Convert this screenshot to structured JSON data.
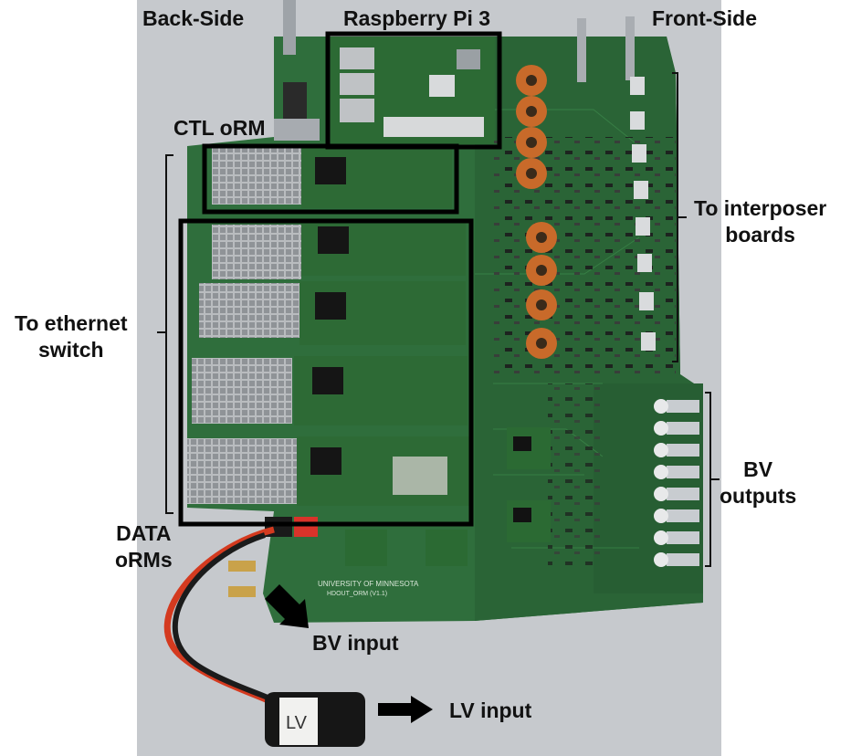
{
  "labels": {
    "back_side": "Back-Side",
    "raspberry_pi": "Raspberry Pi 3",
    "front_side": "Front-Side",
    "ctl_orm": "CTL oRM",
    "interposer_line1": "To interposer",
    "interposer_line2": "boards",
    "ethernet_line1": "To ethernet",
    "ethernet_line2": "switch",
    "bv_outputs_line1": "BV",
    "bv_outputs_line2": "outputs",
    "data_orms_line1": "DATA",
    "data_orms_line2": "oRMs",
    "bv_input": "BV input",
    "lv_input": "LV input"
  },
  "silkscreen": {
    "university": "UNIVERSITY OF MINNESOTA",
    "board_name": "HDOUT_ORM (V1.1)",
    "cable_tag": "LV"
  },
  "colors": {
    "pcb_green": "#2f6e3c",
    "pcb_dark": "#234f2c",
    "table_grey": "#c9cdd1",
    "box_outline": "#000000",
    "toroid_copper": "#c86a2a",
    "cable_red": "#d43a1f"
  }
}
